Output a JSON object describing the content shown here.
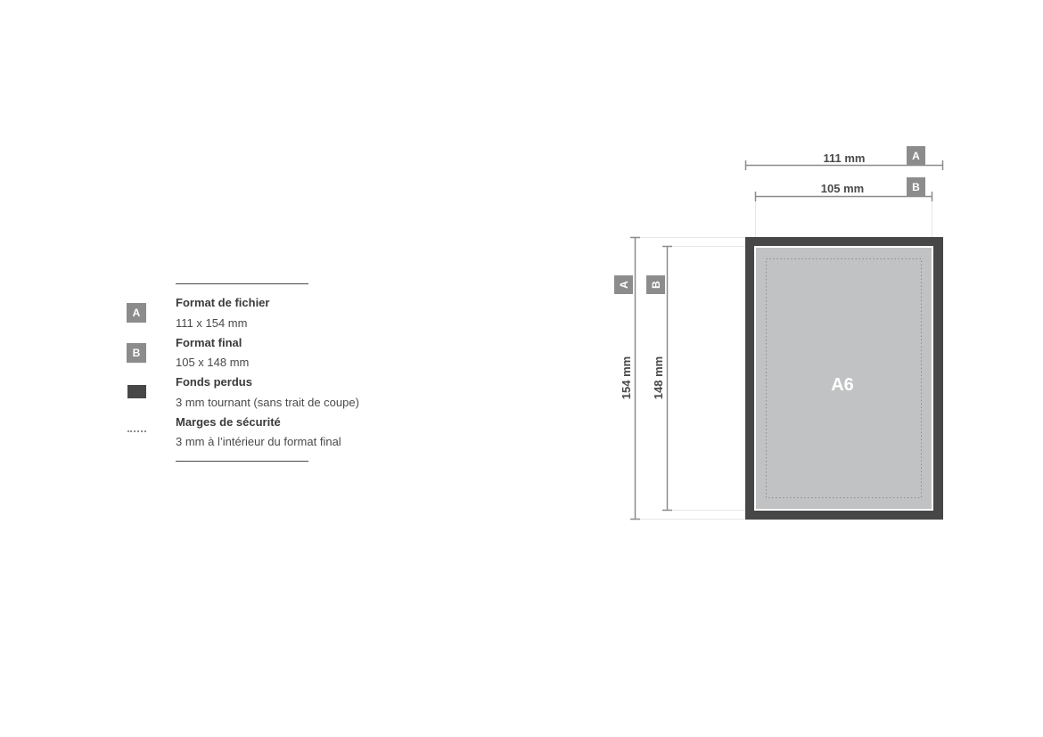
{
  "legend": {
    "items": [
      {
        "badge": "A",
        "title": "Format de fichier",
        "desc": "111 x 154 mm"
      },
      {
        "badge": "B",
        "title": "Format final",
        "desc": "105 x 148 mm"
      },
      {
        "title": "Fonds perdus",
        "desc": "3 mm tournant (sans trait de coupe)"
      },
      {
        "title": "Marges de sécurité",
        "desc": "3 mm à l’intérieur du format final"
      }
    ]
  },
  "diagram": {
    "format_label": "A6",
    "width_A": "111 mm",
    "width_B": "105 mm",
    "height_A": "154 mm",
    "height_B": "148 mm",
    "badge_A": "A",
    "badge_B": "B"
  },
  "colors": {
    "bleed": "#474747",
    "trim": "#c1c2c3",
    "dimension": "#8c8c8c",
    "guide": "#e6e6e6"
  }
}
